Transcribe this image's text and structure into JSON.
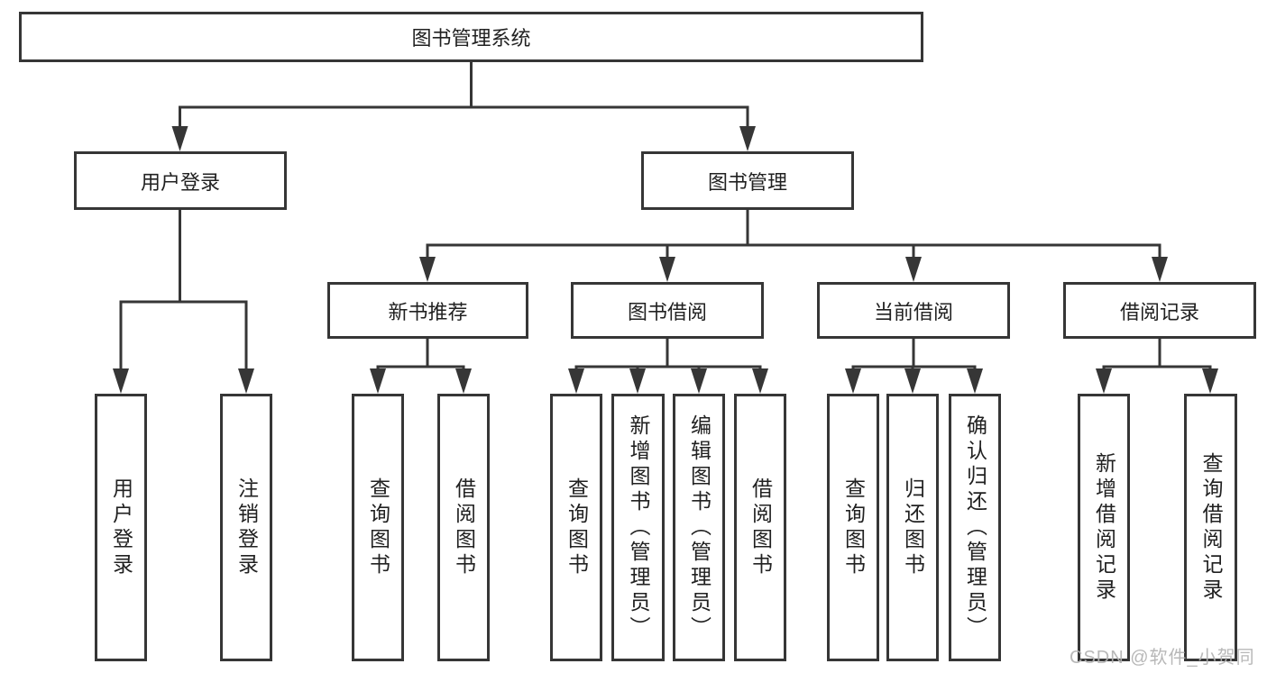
{
  "tree": {
    "root": {
      "label": "图书管理系统"
    },
    "user_login_branch": {
      "label": "用户登录",
      "children": [
        {
          "label": "用户登录"
        },
        {
          "label": "注销登录"
        }
      ]
    },
    "book_mgmt_branch": {
      "label": "图书管理",
      "children": [
        {
          "label": "新书推荐",
          "children": [
            {
              "label": "查询图书"
            },
            {
              "label": "借阅图书"
            }
          ]
        },
        {
          "label": "图书借阅",
          "children": [
            {
              "label": "查询图书"
            },
            {
              "label": "新增图书（管理员）"
            },
            {
              "label": "编辑图书（管理员）"
            },
            {
              "label": "借阅图书"
            }
          ]
        },
        {
          "label": "当前借阅",
          "children": [
            {
              "label": "查询图书"
            },
            {
              "label": "归还图书"
            },
            {
              "label": "确认归还（管理员）"
            }
          ]
        },
        {
          "label": "借阅记录",
          "children": [
            {
              "label": "新增借阅记录"
            },
            {
              "label": "查询借阅记录"
            }
          ]
        }
      ]
    }
  },
  "watermark": "CSDN @软件_小贺同学",
  "colors": {
    "line": "#363636",
    "text": "#212121",
    "watermark": "#b2b2b2",
    "background": "#ffffff"
  }
}
